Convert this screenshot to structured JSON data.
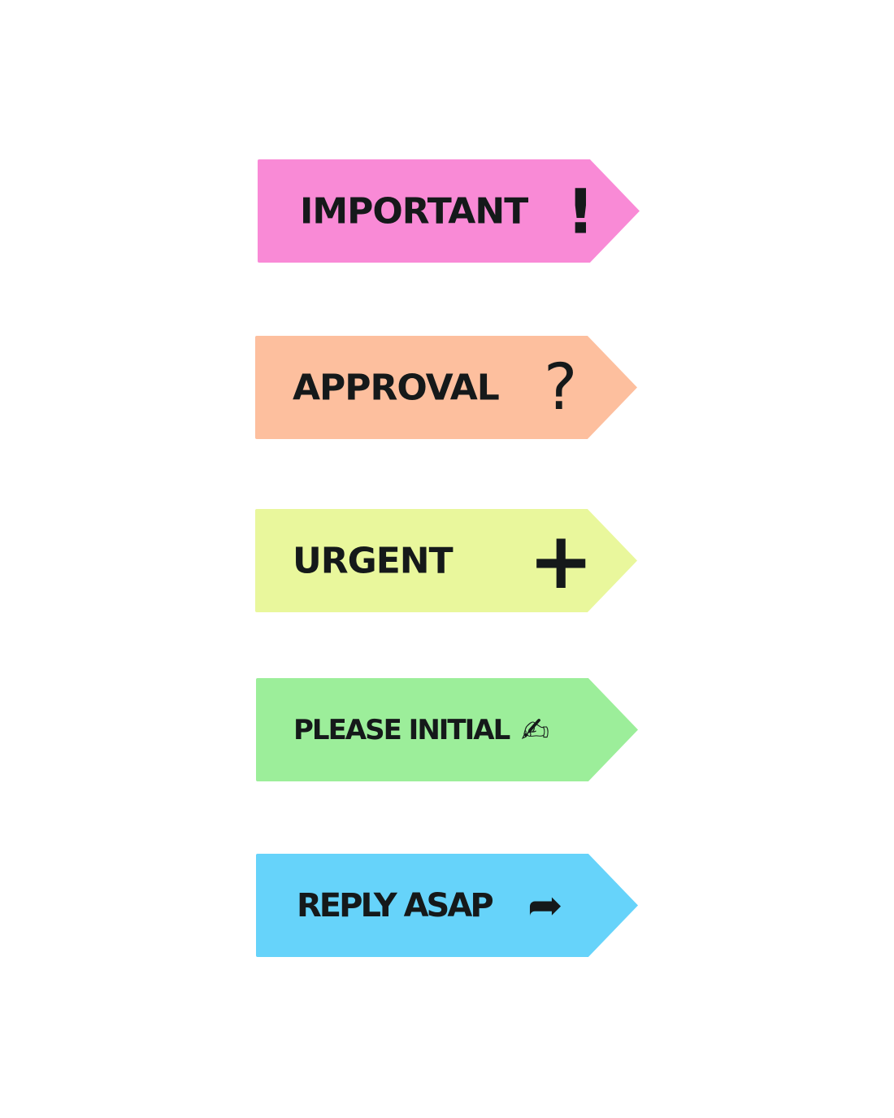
{
  "flags": [
    {
      "label": "IMPORTANT",
      "icon": "exclamation-icon",
      "glyph": "!",
      "color": "#f98ad6"
    },
    {
      "label": "APPROVAL",
      "icon": "question-icon",
      "glyph": "?",
      "color": "#fdbf9e"
    },
    {
      "label": "URGENT",
      "icon": "plus-icon",
      "glyph": "+",
      "color": "#e9f79c"
    },
    {
      "label": "PLEASE INITIAL",
      "icon": "writing-hand-icon",
      "glyph": "✍",
      "color": "#9cee9a"
    },
    {
      "label": "REPLY ASAP",
      "icon": "arrow-forward-icon",
      "glyph": "➦",
      "color": "#66d3fa"
    }
  ]
}
